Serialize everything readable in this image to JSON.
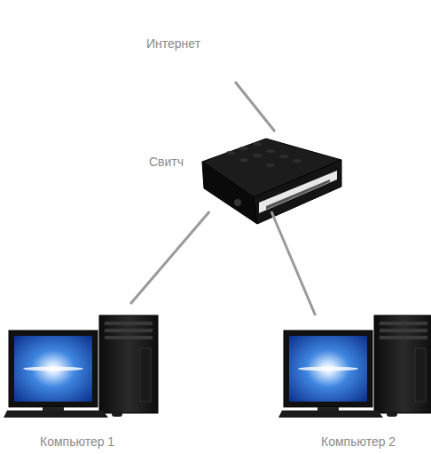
{
  "diagram": {
    "nodes": [
      {
        "text": [
          "Интернет"
        ]
      },
      {
        "text": [
          "Свитч"
        ]
      },
      {
        "text": [
          "Компьютер 1"
        ]
      },
      {
        "text": [
          "Компьютер 2"
        ]
      }
    ],
    "edges": [
      {
        "from": 0,
        "to": 1,
        "arrow": "none"
      },
      {
        "from": 1,
        "to": 2,
        "arrow": "none"
      },
      {
        "from": 1,
        "to": 3,
        "arrow": "none"
      }
    ]
  }
}
